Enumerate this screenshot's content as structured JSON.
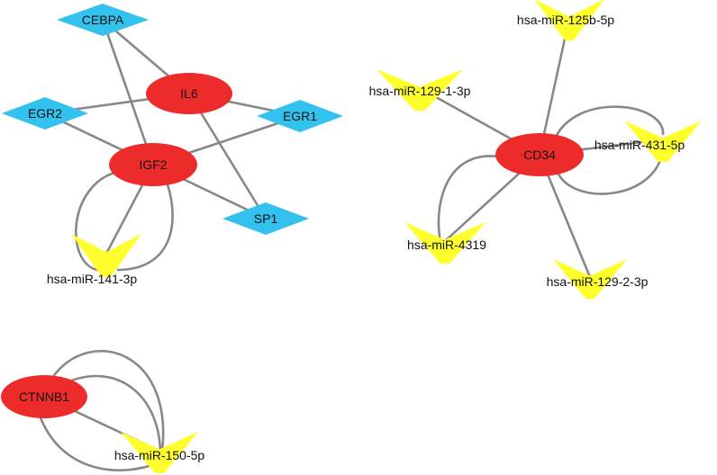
{
  "colors": {
    "gene": "#ee2b2b",
    "tf": "#33c1ee",
    "mirna": "#ffff2e",
    "edge": "#888888"
  },
  "nodes": [
    {
      "id": "il6",
      "label": "IL6",
      "kind": "gene",
      "shape": "ellipse"
    },
    {
      "id": "igf2",
      "label": "IGF2",
      "kind": "gene",
      "shape": "ellipse"
    },
    {
      "id": "cebpa",
      "label": "CEBPA",
      "kind": "tf",
      "shape": "diamond"
    },
    {
      "id": "egr2",
      "label": "EGR2",
      "kind": "tf",
      "shape": "diamond"
    },
    {
      "id": "egr1",
      "label": "EGR1",
      "kind": "tf",
      "shape": "diamond"
    },
    {
      "id": "sp1",
      "label": "SP1",
      "kind": "tf",
      "shape": "diamond"
    },
    {
      "id": "mir141",
      "label": "hsa-miR-141-3p",
      "kind": "mirna",
      "shape": "v"
    },
    {
      "id": "cd34",
      "label": "CD34",
      "kind": "gene",
      "shape": "ellipse"
    },
    {
      "id": "mir125b",
      "label": "hsa-miR-125b-5p",
      "kind": "mirna",
      "shape": "v"
    },
    {
      "id": "mir129_1",
      "label": "hsa-miR-129-1-3p",
      "kind": "mirna",
      "shape": "v"
    },
    {
      "id": "mir431",
      "label": "hsa-miR-431-5p",
      "kind": "mirna",
      "shape": "v"
    },
    {
      "id": "mir4319",
      "label": "hsa-miR-4319",
      "kind": "mirna",
      "shape": "v"
    },
    {
      "id": "mir129_2",
      "label": "hsa-miR-129-2-3p",
      "kind": "mirna",
      "shape": "v"
    },
    {
      "id": "ctnnb1",
      "label": "CTNNB1",
      "kind": "gene",
      "shape": "ellipse"
    },
    {
      "id": "mir150",
      "label": "hsa-miR-150-5p",
      "kind": "mirna",
      "shape": "v"
    }
  ],
  "edges": [
    {
      "from": "cebpa",
      "to": "il6"
    },
    {
      "from": "cebpa",
      "to": "igf2"
    },
    {
      "from": "egr2",
      "to": "il6"
    },
    {
      "from": "egr2",
      "to": "igf2"
    },
    {
      "from": "il6",
      "to": "egr1"
    },
    {
      "from": "il6",
      "to": "sp1"
    },
    {
      "from": "igf2",
      "to": "egr1"
    },
    {
      "from": "igf2",
      "to": "sp1"
    },
    {
      "from": "igf2",
      "to": "mir141"
    },
    {
      "from": "igf2",
      "to": "mir141",
      "curve": "left"
    },
    {
      "from": "igf2",
      "to": "mir141",
      "curve": "right"
    },
    {
      "from": "cd34",
      "to": "mir125b"
    },
    {
      "from": "cd34",
      "to": "mir129_1"
    },
    {
      "from": "cd34",
      "to": "mir431"
    },
    {
      "from": "cd34",
      "to": "mir431",
      "curve": "loop"
    },
    {
      "from": "cd34",
      "to": "mir4319"
    },
    {
      "from": "cd34",
      "to": "mir4319",
      "curve": "left"
    },
    {
      "from": "cd34",
      "to": "mir129_2"
    },
    {
      "from": "ctnnb1",
      "to": "mir150"
    },
    {
      "from": "ctnnb1",
      "to": "mir150",
      "curve": "outer"
    },
    {
      "from": "ctnnb1",
      "to": "mir150",
      "curve": "inner"
    },
    {
      "from": "ctnnb1",
      "to": "mir150",
      "curve": "lower"
    }
  ]
}
